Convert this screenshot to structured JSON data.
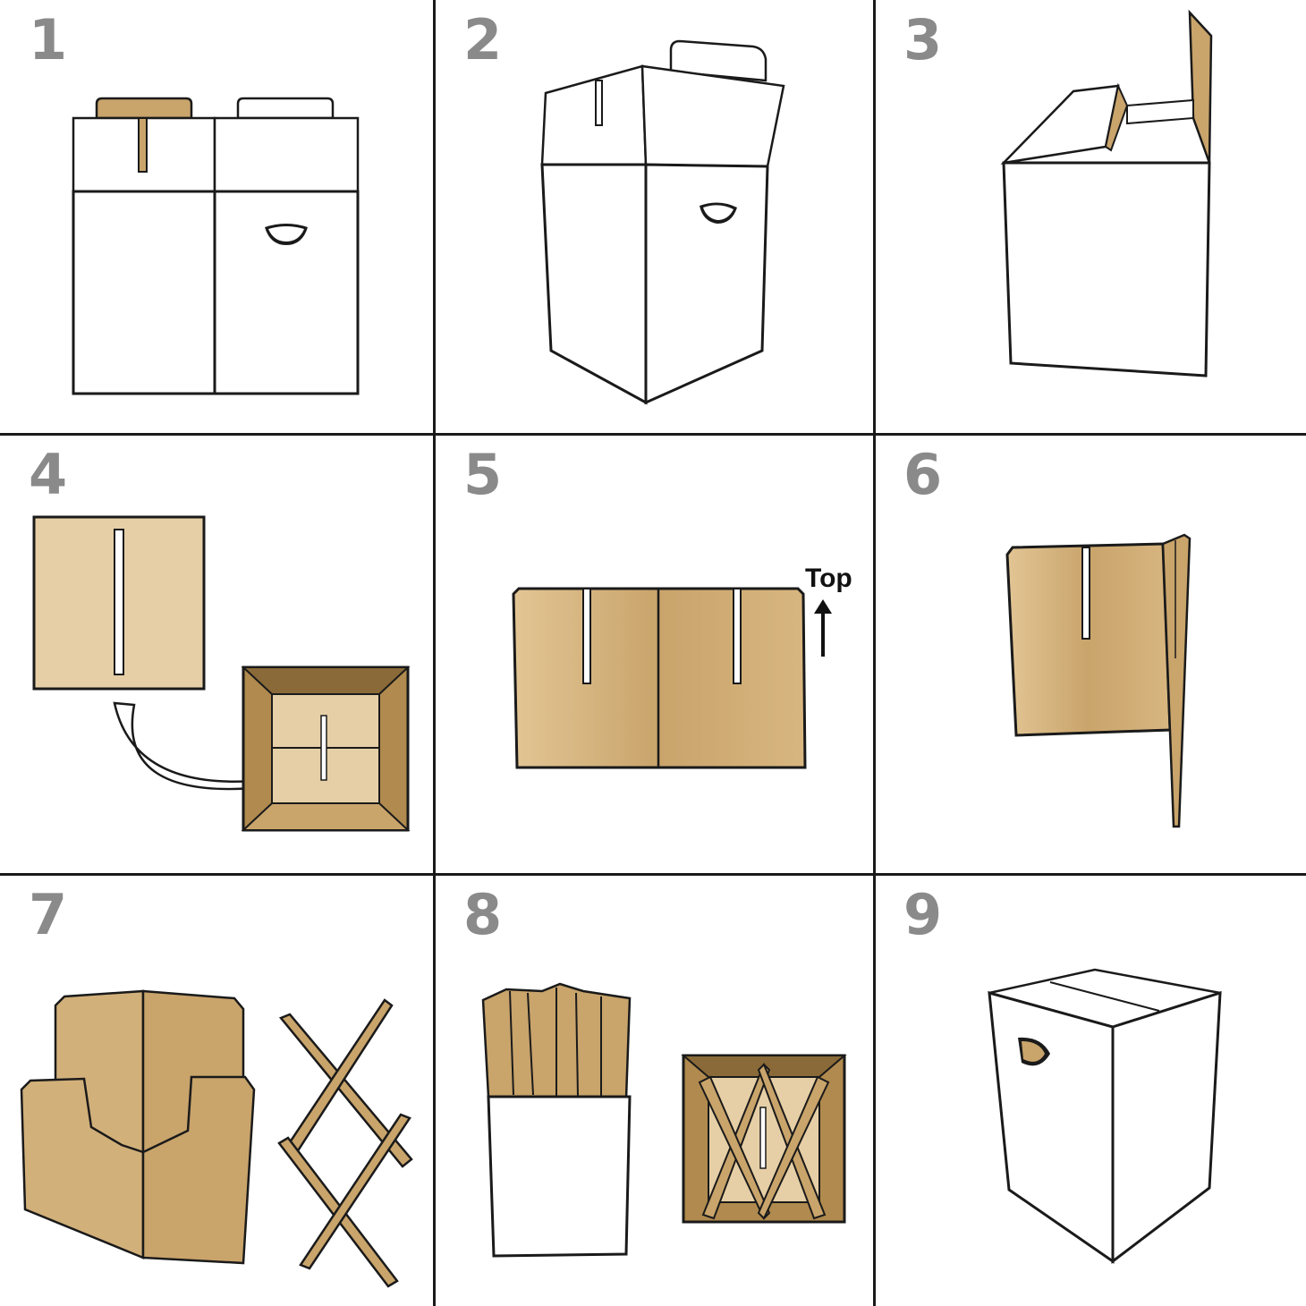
{
  "steps": [
    {
      "number": "1"
    },
    {
      "number": "2"
    },
    {
      "number": "3"
    },
    {
      "number": "4"
    },
    {
      "number": "5",
      "label": "Top"
    },
    {
      "number": "6"
    },
    {
      "number": "7"
    },
    {
      "number": "8"
    },
    {
      "number": "9"
    }
  ],
  "colors": {
    "cardboard": "#d2b07a",
    "cardboard_dark": "#b08a4e",
    "cardboard_light": "#e6cfa6",
    "box_white": "#ffffff",
    "outline": "#1a1a1a",
    "step_number": "#8a8a8a"
  }
}
